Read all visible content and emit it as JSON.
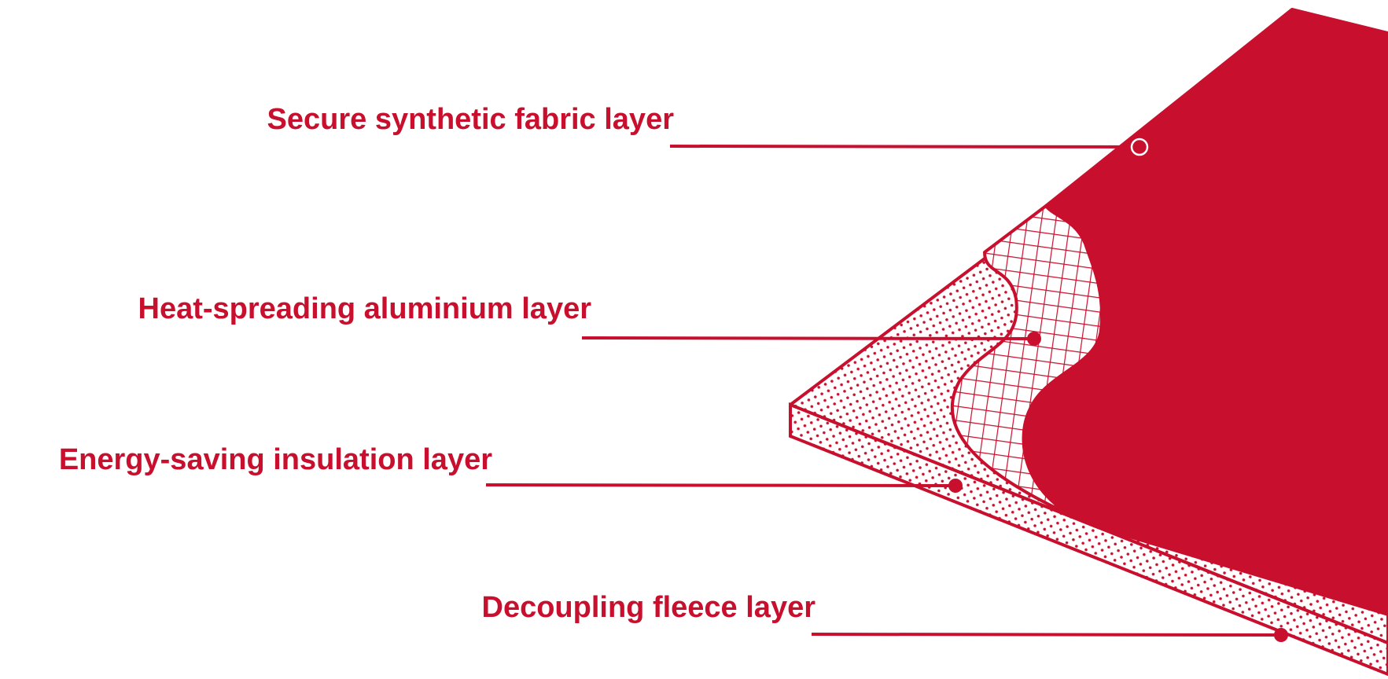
{
  "colors": {
    "accent": "#c8102e",
    "background": "#ffffff"
  },
  "layers": [
    {
      "id": "fabric",
      "label": "Secure synthetic fabric layer",
      "marker": "open-circle"
    },
    {
      "id": "aluminium",
      "label": "Heat-spreading aluminium layer",
      "marker": "filled-circle"
    },
    {
      "id": "insulation",
      "label": "Energy-saving insulation layer",
      "marker": "filled-circle"
    },
    {
      "id": "fleece",
      "label": "Decoupling fleece layer",
      "marker": "filled-circle"
    }
  ]
}
